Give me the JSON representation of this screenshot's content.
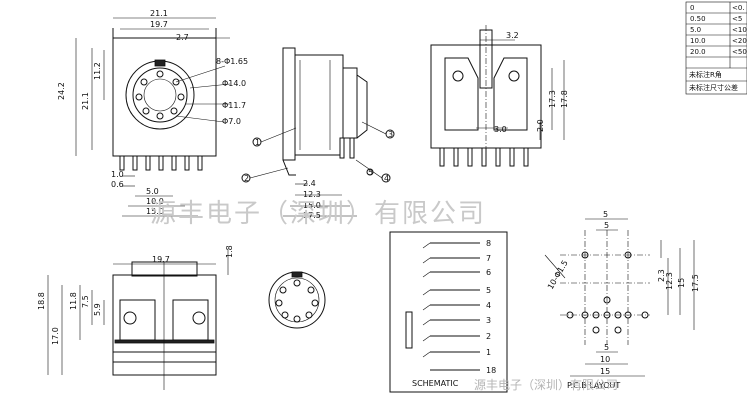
{
  "front_view": {
    "dims": {
      "width_total": "21.1",
      "width_inner": "19.7",
      "offset_top": "2.7",
      "height_total": "24.2",
      "height_body": "21.1",
      "offset_side": "11.2",
      "hole_dia": "8-Φ1.65",
      "dia_outer": "Φ14.0",
      "dia_mid": "Φ11.7",
      "dia_inner": "Φ7.0",
      "pin_gap_a": "1.0",
      "pin_gap_b": "0.6",
      "pitch_a": "5.0",
      "pitch_b": "10.0",
      "pitch_c": "15.0"
    }
  },
  "side_view": {
    "dims": {
      "d1": "2.4",
      "d2": "12.3",
      "d3": "15.0",
      "d4": "17.5"
    },
    "callouts": [
      "1",
      "2",
      "3",
      "4",
      "5"
    ]
  },
  "rear_view": {
    "dims": {
      "top": "3.2",
      "h1": "17.3",
      "h2": "17.8",
      "h3": "2.0",
      "slot": "3.0"
    }
  },
  "spec_table": {
    "header": [
      "0",
      "<0."
    ],
    "rows": [
      [
        "0.50",
        "<5"
      ],
      [
        "5.0",
        "<10"
      ],
      [
        "10.0",
        "<20"
      ],
      [
        "20.0",
        "<50"
      ]
    ],
    "notes": [
      "未标注R角",
      "未标注尺寸公差"
    ]
  },
  "bottom_front_view": {
    "dims": {
      "width": "19.7",
      "right": "1.8",
      "h_total": "18.8",
      "h_body": "17.0",
      "d_a": "11.8",
      "d_b": "7.5",
      "d_c": "5.9"
    }
  },
  "schematic": {
    "label": "SCHEMATIC",
    "pins": [
      "8",
      "7",
      "6",
      "5",
      "4",
      "3",
      "2",
      "1",
      "18"
    ]
  },
  "pcb_layout": {
    "label": "P.C.B LAYOUT",
    "dims": {
      "top": "5",
      "top2": "5",
      "right_a": "2.3",
      "right_b": "12.3",
      "right_c": "15",
      "right_d": "17.5",
      "left": "10-Φ1.5",
      "bottom_a": "5",
      "bottom_b": "10",
      "bottom_c": "15"
    }
  },
  "watermark": {
    "main": "源丰电子（深圳）有限公司",
    "footer": "源丰电子（深圳）有限公司"
  }
}
